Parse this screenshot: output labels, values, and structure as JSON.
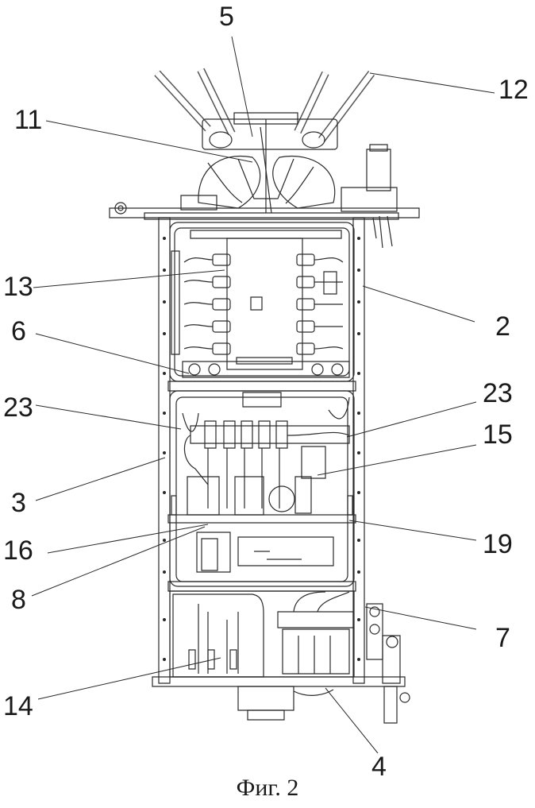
{
  "figure": {
    "caption": "Фиг. 2",
    "labels": [
      "5",
      "12",
      "11",
      "13",
      "2",
      "6",
      "23",
      "23",
      "15",
      "3",
      "16",
      "19",
      "8",
      "7",
      "14",
      "4"
    ],
    "line_color": "#2a2a2a"
  }
}
